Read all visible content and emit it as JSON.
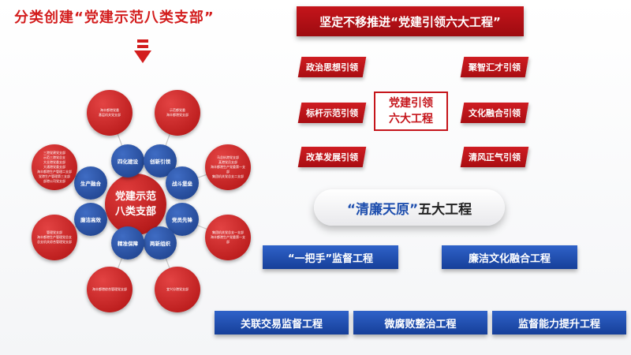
{
  "left_title": "分类创建“党建示范八类支部”",
  "hub": {
    "line1": "党建示范",
    "line2": "八类支部"
  },
  "inner_nodes": [
    "四化建设",
    "创新引领",
    "战斗堡垒",
    "党员先锋",
    "两新组织",
    "精准保障",
    "廉洁高效",
    "生产融合"
  ],
  "outer_texts": [
    "海丰都港党委\n基层机关党支部",
    "示范都党委\n海丰都港党支部",
    "马总杭港党支部\n某港党员支部\n海丰都港生产党委第一支部\n集团机关党总支二支部",
    "集团机关党总支一支部\n海丰都港生产党委第一支部",
    "宜兴分港党支部",
    "海丰都港综合管理党支部",
    "管理党支部\n海丰都港生产管理党总支\n总支机关综合管理党支部",
    "三港党建党支部\n示范三港党总支\n大业港党委支部\n大通港党委支部\n海丰都港生产管理二支部\n党港生产管理第三支部\n部港公司党支部"
  ],
  "banner": "坚定不移推进“党建引领六大工程”",
  "center_box": {
    "line1": "党建引领",
    "line2": "六大工程"
  },
  "left_leads": [
    "政治思想引领",
    "标杆示范引领",
    "改革发展引领"
  ],
  "right_leads": [
    "聚智汇才引领",
    "文化融合引领",
    "清风正气引领"
  ],
  "qinglian": {
    "quoted": "“清廉天原”",
    "rest": "五大工程"
  },
  "blue_row1": [
    "“一把手”监督工程",
    "廉洁文化融合工程"
  ],
  "blue_row2": [
    "关联交易监督工程",
    "微腐败整治工程",
    "监督能力提升工程"
  ],
  "colors": {
    "red": "#c5151b",
    "blue": "#1f4fae",
    "title_red": "#d31d1d"
  }
}
